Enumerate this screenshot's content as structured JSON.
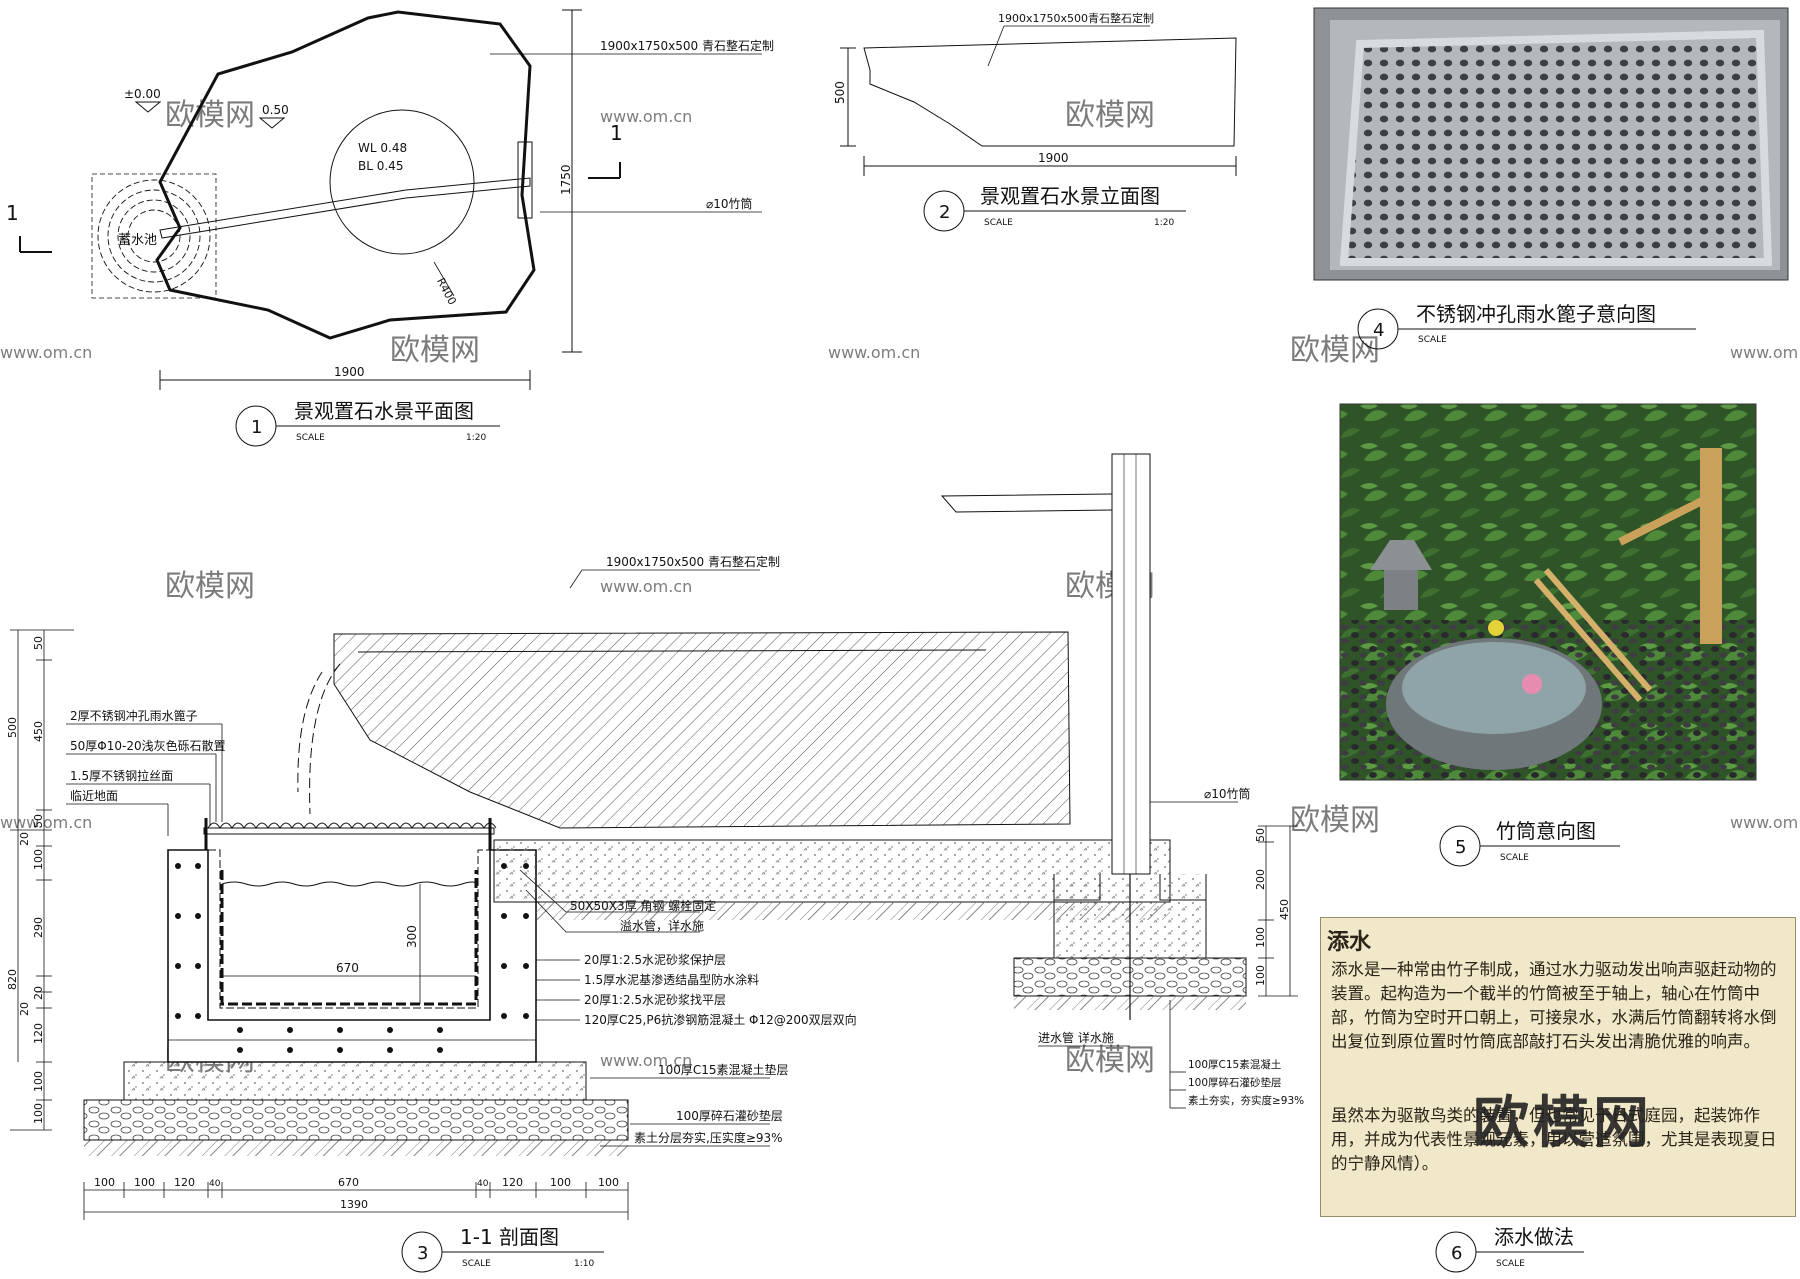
{
  "labels": {
    "stone_spec": "1900x1750x500 青石整石定制",
    "stone_spec_small": "1900x1750x500青石整石定制",
    "level_0": "±0.00",
    "level_050": "0.50",
    "wl": "WL 0.48",
    "bl": "BL 0.45",
    "pool": "蓄水池",
    "bamboo": "⌀10竹筒",
    "radius": "R400",
    "dim_1750": "1750",
    "dim_1900": "1900",
    "dim_500": "500",
    "section_mark": "1",
    "scale_word": "SCALE",
    "scale_120": "1:20",
    "scale_110": "1:10",
    "watermark_cn": "欧模网",
    "watermark_url": "www.om.cn"
  },
  "views": [
    {
      "num": "1",
      "title": "景观置石水景平面图",
      "scale": "1:20"
    },
    {
      "num": "2",
      "title": "景观置石水景立面图",
      "scale": "1:20"
    },
    {
      "num": "3",
      "title": "1-1  剖面图",
      "scale": "1:10"
    },
    {
      "num": "4",
      "title": "不锈钢冲孔雨水篦子意向图",
      "scale": ""
    },
    {
      "num": "5",
      "title": "竹筒意向图",
      "scale": ""
    },
    {
      "num": "6",
      "title": "添水做法",
      "scale": ""
    }
  ],
  "section": {
    "left_notes": [
      "2厚不锈钢冲孔雨水篦子",
      "50厚Φ10-20浅灰色砾石散置",
      "1.5厚不锈钢拉丝面",
      "临近地面"
    ],
    "right_notes": [
      "50X50X3厚 角钢 螺栓固定",
      "溢水管，详水施",
      "20厚1:2.5水泥砂浆保护层",
      "1.5厚水泥基渗透结晶型防水涂料",
      "20厚1:2.5水泥砂浆找平层",
      "120厚C25,P6抗渗钢筋混凝土 Φ12@200双层双向",
      "100厚C15素混凝土垫层",
      "100厚碎石灌砂垫层",
      "素土分层夯实,压实度≥93%"
    ],
    "pipe_notes": [
      "⌀10竹筒",
      "进水管 详水施",
      "100厚C15素混凝土",
      "100厚碎石灌砂垫层",
      "素土夯实，夯实度≥93%"
    ],
    "inner_dims": {
      "w": "670",
      "h": "300"
    },
    "left_dims": [
      "50",
      "450",
      "50",
      "20",
      "100",
      "290",
      "20",
      "20",
      "120",
      "100",
      "100"
    ],
    "left_totals": [
      "500",
      "820"
    ],
    "right_dims": [
      "50",
      "200",
      "100",
      "100"
    ],
    "right_total": "450",
    "bottom_dims": [
      "100",
      "100",
      "120",
      "40",
      "670",
      "40",
      "120",
      "100",
      "100"
    ],
    "bottom_total": "1390"
  },
  "note": {
    "title": "添水",
    "p1": "添水是一种常由竹子制成，通过水力驱动发出响声驱赶动物的装置。起构造为一个截半的竹筒被至于轴上，轴心在竹筒中部，竹筒为空时开口朝上，可接泉水，水满后竹筒翻转将水倒出复位到原位置时竹筒底部敲打石头发出清脆优雅的响声。",
    "p2": "虽然本为驱散鸟类的装置，但也常见于日式庭园，起装饰作用，并成为代表性景观元素，用以营造氛围，尤其是表现夏日的宁静风情）。",
    "mark": "欧模网"
  },
  "colors": {
    "line": "#111111",
    "hatch": "#555555",
    "note_bg": "#f1e7c9",
    "leaf": "#3c6b2f",
    "steel": "#9a9fa3"
  }
}
